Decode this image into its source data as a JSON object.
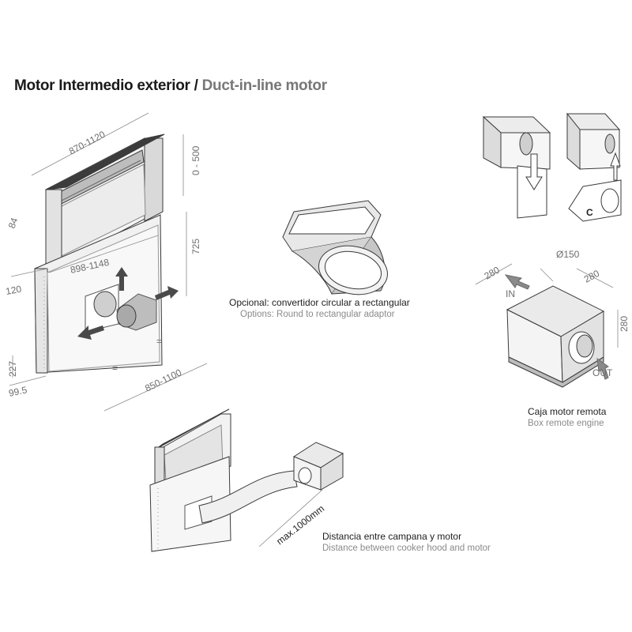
{
  "title": {
    "main": "Motor Intermedio exterior",
    "separator": " / ",
    "secondary": "Duct-in-line motor"
  },
  "hood_dimensions": {
    "width_top": "870-1120",
    "rise": "0 - 500",
    "depth_top": "84",
    "height": "725",
    "inner_width": "898-1148",
    "side_depth": "120",
    "bottom_height": "227",
    "bottom_depth": "99.5",
    "base_width": "850-1100",
    "equal_mark_1": "=",
    "equal_mark_2": "="
  },
  "adaptor": {
    "caption_es": "Opcional: convertidor circular a rectangular",
    "caption_en": "Options: Round to rectangular adaptor"
  },
  "box_dimensions": {
    "diameter": "Ø150",
    "depth": "280",
    "width": "280",
    "height": "280",
    "in_label": "IN",
    "out_label": "OUT",
    "variant_label": "C"
  },
  "box": {
    "caption_es": "Caja motor remota",
    "caption_en": "Box remote engine"
  },
  "distance": {
    "max_label": "max.1000mm",
    "caption_es": "Distancia entre campana y motor",
    "caption_en": "Distance between cooker hood and motor"
  }
}
